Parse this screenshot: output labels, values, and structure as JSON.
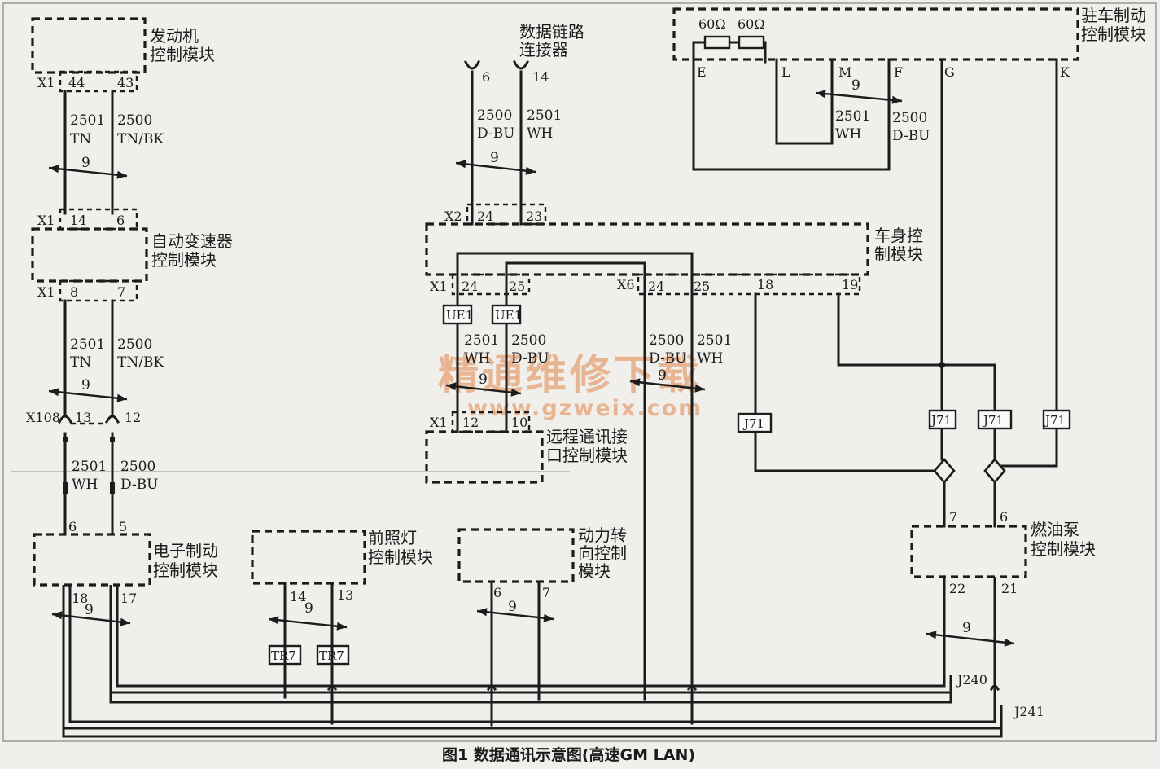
{
  "caption": "图1 数据通讯示意图(高速GM LAN)",
  "watermark": {
    "name": "精通维修下载",
    "url": "www.gzweix.com"
  },
  "modules": {
    "ecm": [
      "发动机",
      "控制模块"
    ],
    "tcm": [
      "自动变速器",
      "控制模块"
    ],
    "dlc": [
      "数据链路",
      "连接器"
    ],
    "bcm": [
      "车身控",
      "制模块"
    ],
    "epb": [
      "驻车制动",
      "控制模块"
    ],
    "telematics": [
      "远程通讯接",
      "口控制模块"
    ],
    "ebcm": [
      "电子制动",
      "控制模块"
    ],
    "headlamp": [
      "前照灯",
      "控制模块"
    ],
    "eps": [
      "动力转",
      "向控制",
      "模块"
    ],
    "fpcm": [
      "燃油泵",
      "控制模块"
    ]
  },
  "connectors": {
    "x1": "X1",
    "x2": "X2",
    "x6": "X6",
    "x108": "X108"
  },
  "pins": {
    "ecm_a": "44",
    "ecm_b": "43",
    "tcm_top_a": "14",
    "tcm_top_b": "6",
    "tcm_bot_a": "8",
    "tcm_bot_b": "7",
    "x108_a": "13",
    "x108_b": "12",
    "ebcm_top_a": "6",
    "ebcm_top_b": "5",
    "ebcm_bot_a": "18",
    "ebcm_bot_b": "17",
    "dlc_a": "6",
    "dlc_b": "14",
    "bcm_top_a": "24",
    "bcm_top_b": "23",
    "bcm_x1_a": "24",
    "bcm_x1_b": "25",
    "bcm_x6_a": "24",
    "bcm_x6_b": "25",
    "bcm_18": "18",
    "bcm_19": "19",
    "tel_a": "12",
    "tel_b": "10",
    "hl_a": "14",
    "hl_b": "13",
    "eps_a": "6",
    "eps_b": "7",
    "fp_top_a": "7",
    "fp_top_b": "6",
    "fp_bot_a": "22",
    "fp_bot_b": "21",
    "epb_e": "E",
    "epb_l": "L",
    "epb_m": "M",
    "epb_f": "F",
    "epb_g": "G",
    "epb_k": "K"
  },
  "wires": {
    "c2501": "2501",
    "c2500": "2500",
    "tn": "TN",
    "tnbk": "TN/BK",
    "wh": "WH",
    "dbu": "D-BU",
    "twist": "9"
  },
  "resistors": [
    "60Ω",
    "60Ω"
  ],
  "tags": {
    "ue1": "UE1",
    "j71": "J71",
    "tr7": "TR7"
  },
  "buses": {
    "j240": "J240",
    "j241": "J241"
  }
}
